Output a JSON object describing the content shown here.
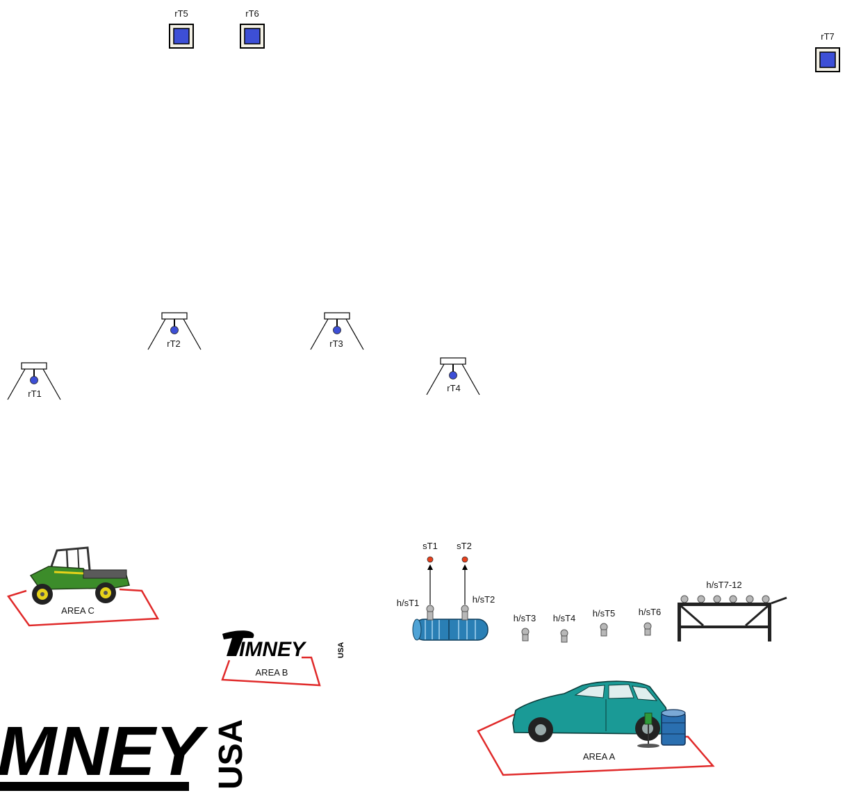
{
  "colors": {
    "target_blue": "#3d4fd6",
    "zone_red": "#e02a2a",
    "steel_red": "#e8401c",
    "barrel_blue": "#2a7fb5",
    "car_teal": "#1a9a96",
    "utv_green": "#3c8c2a",
    "wheel_yellow": "#e6d21a",
    "steel_gray": "#b8b8b8"
  },
  "icons": {
    "box_target": "square-target-icon",
    "hanging_target": "hanging-target-icon",
    "popper": "popper-target-icon",
    "barrels": "barrel-stack-icon",
    "rack": "plate-rack-icon",
    "utv": "utv-vehicle-icon",
    "car": "car-vehicle-icon",
    "drum": "drum-barrel-icon"
  },
  "targets": {
    "rT1": "rT1",
    "rT2": "rT2",
    "rT3": "rT3",
    "rT4": "rT4",
    "rT5": "rT5",
    "rT6": "rT6",
    "rT7": "rT7"
  },
  "steel": {
    "sT1": "sT1",
    "sT2": "sT2",
    "hsT1": "h/sT1",
    "hsT2": "h/sT2",
    "hsT3": "h/sT3",
    "hsT4": "h/sT4",
    "hsT5": "h/sT5",
    "hsT6": "h/sT6",
    "hsT7_12": "h/sT7-12"
  },
  "areas": {
    "a": "AREA A",
    "b": "AREA B",
    "c": "AREA C"
  },
  "logo": {
    "small_word": "IMNEY",
    "small_usa": "USA",
    "large_word": "MNEY",
    "large_usa": "USA"
  }
}
